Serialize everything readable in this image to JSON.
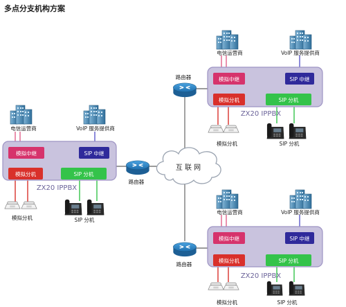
{
  "title": "多点分支机构方案",
  "colors": {
    "pbx_fill": "#c9c3de",
    "pbx_stroke": "#9d93c3",
    "analog_trunk": "#d6336c",
    "sip_trunk": "#2f2a9b",
    "analog_ext": "#d9302b",
    "sip_ext": "#34c34a",
    "link_pink": "#e0608a",
    "link_blue": "#5b57c9",
    "link_gray": "#7a7a7a",
    "internet_cloud": "#ffffff"
  },
  "internet": {
    "label": "互 联 网",
    "icon": "cloud-icon"
  },
  "sites": [
    {
      "id": "left",
      "pbx_label": "ZX20  IPPBX",
      "carrier_label": "电信运营商",
      "voip_label": "VoIP 服务提供商",
      "analog_trunk_label": "模拟中继",
      "sip_trunk_label": "SIP 中继",
      "analog_ext_label": "模拟分机",
      "sip_ext_label": "SIP 分机",
      "analog_phones_label": "模拟分机",
      "sip_phones_label": "SIP 分机",
      "router_label": "路由器"
    },
    {
      "id": "top-right",
      "pbx_label": "ZX20  IPPBX",
      "carrier_label": "电信运营商",
      "voip_label": "VoIP 服务提供商",
      "analog_trunk_label": "模拟中继",
      "sip_trunk_label": "SIP 中继",
      "analog_ext_label": "模拟分机",
      "sip_ext_label": "SIP 分机",
      "analog_phones_label": "模拟分机",
      "sip_phones_label": "SIP 分机",
      "router_label": "路由器"
    },
    {
      "id": "bottom-right",
      "pbx_label": "ZX20  IPPBX",
      "carrier_label": "电信运营商",
      "voip_label": "VoIP 服务提供商",
      "analog_trunk_label": "模拟中继",
      "sip_trunk_label": "SIP 中继",
      "analog_ext_label": "模拟分机",
      "sip_ext_label": "SIP 分机",
      "analog_phones_label": "模拟分机",
      "sip_phones_label": "SIP 分机",
      "router_label": "路由器"
    }
  ]
}
